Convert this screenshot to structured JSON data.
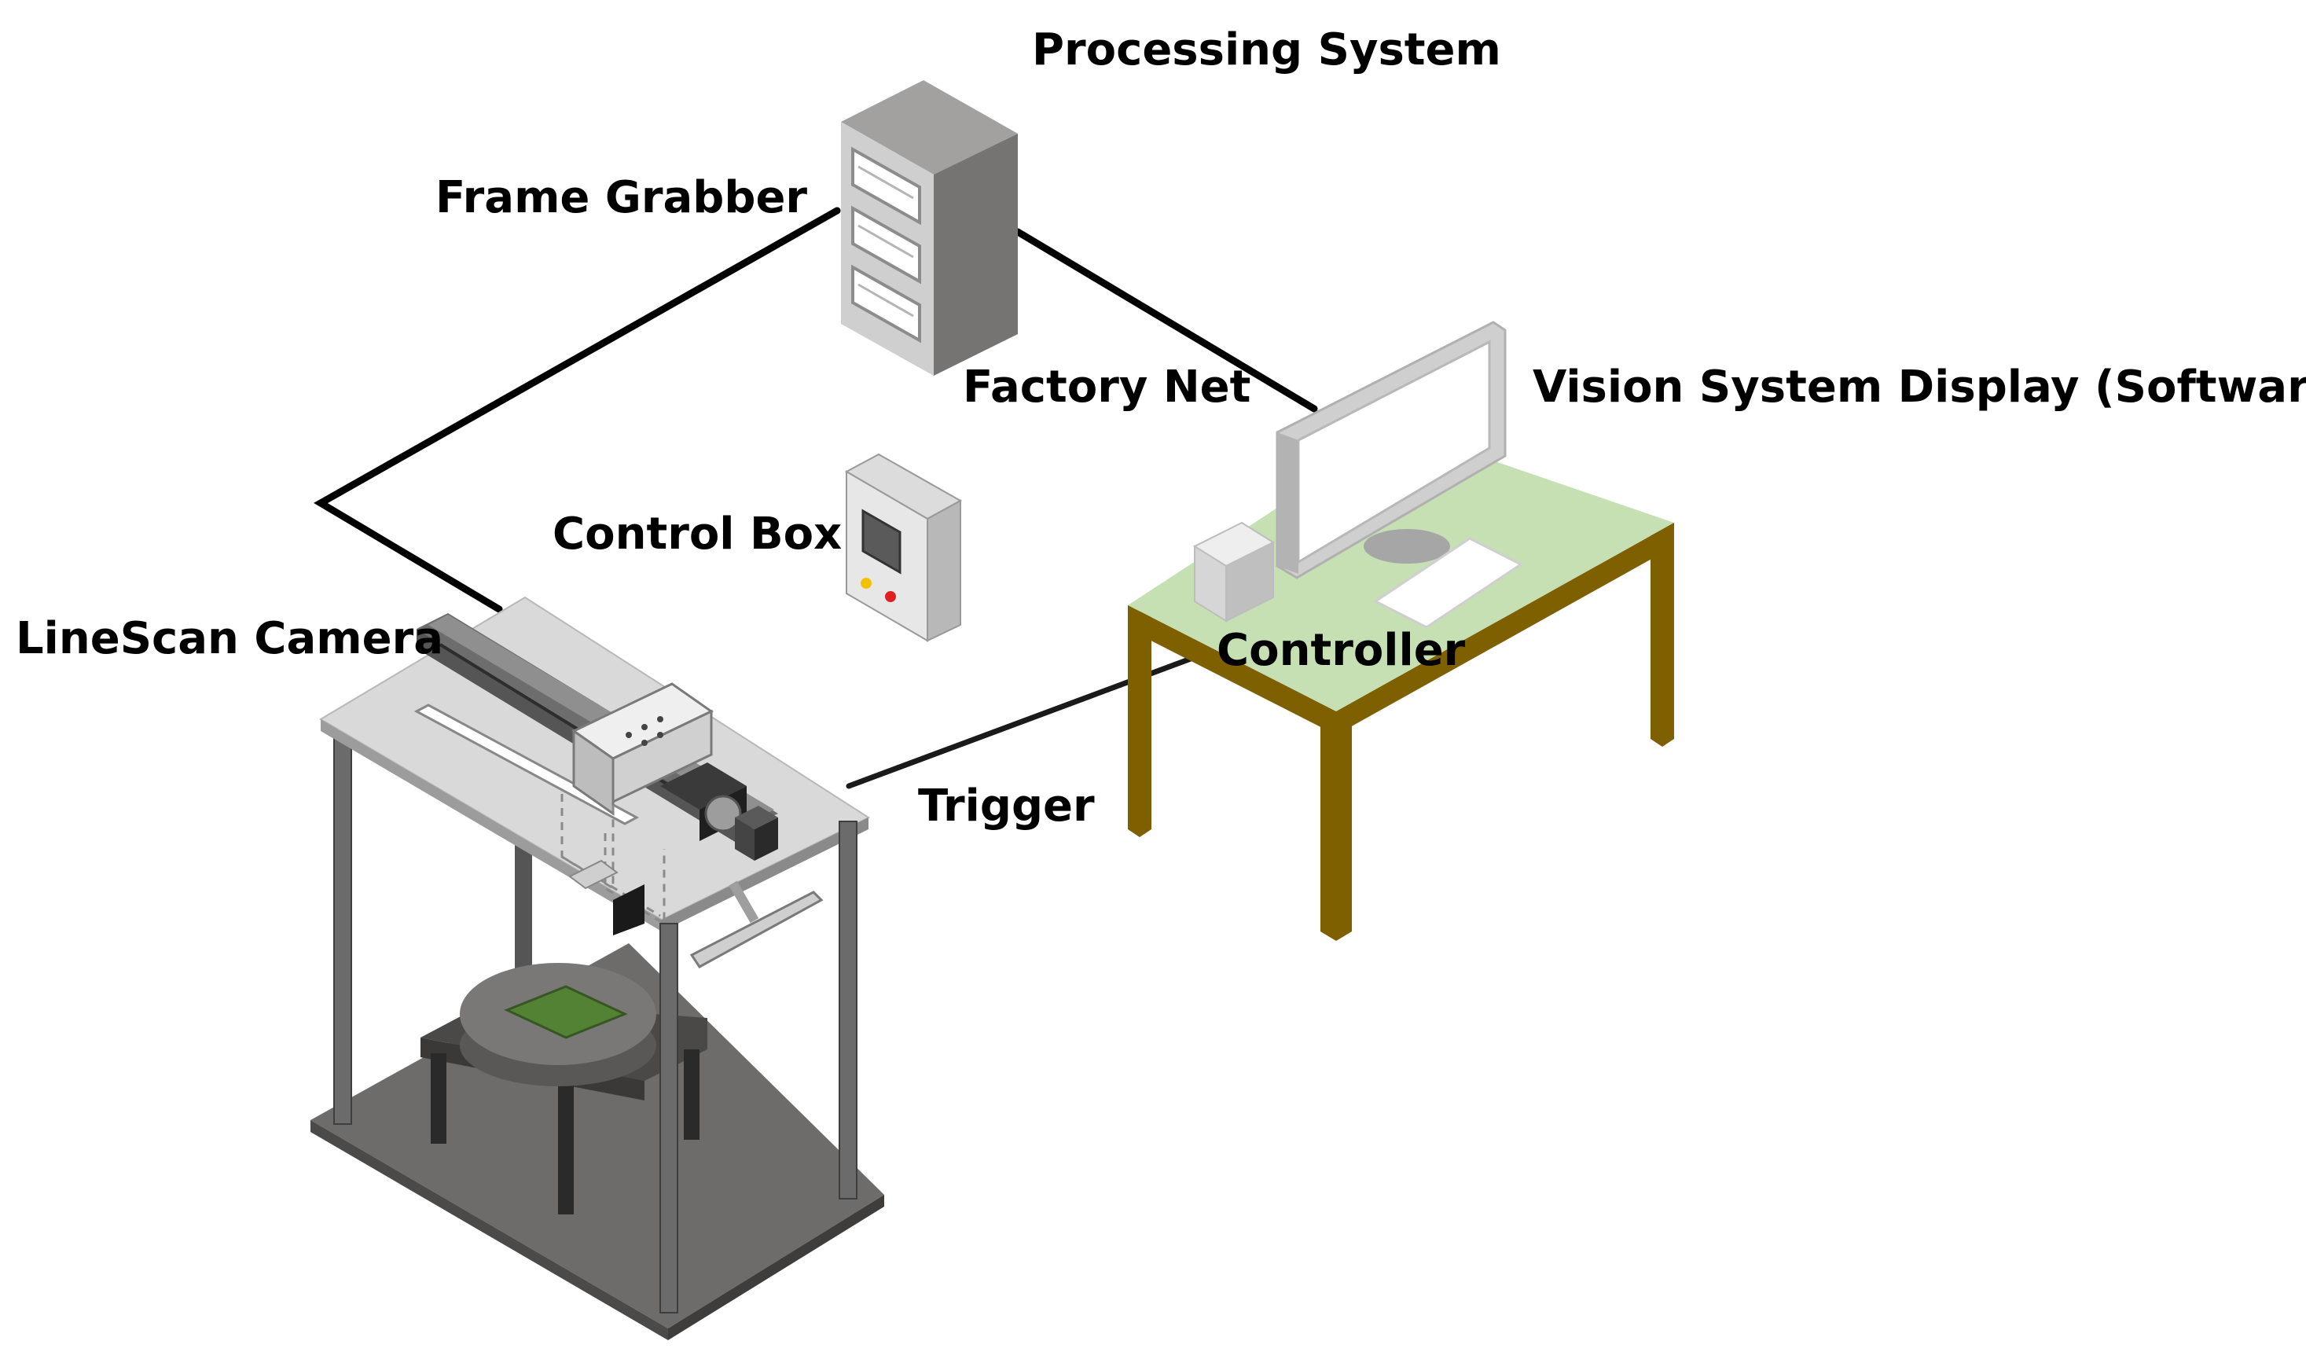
{
  "labels": {
    "processing_system": "Processing System",
    "frame_grabber": "Frame Grabber",
    "factory_net": "Factory Net",
    "vision_display": "Vision System Display (Software)",
    "control_box": "Control Box",
    "linescan_camera": "LineScan Camera",
    "controller": "Controller",
    "trigger": "Trigger"
  },
  "colors": {
    "table_top": "#c6e0b4",
    "table_leg": "#7f6000",
    "server_front": "#c9c9c9",
    "server_side": "#7a7878",
    "stage_metal": "#d9d9d9",
    "stage_base": "#6e6c6a",
    "pcb": "#548235",
    "cable": "#000000"
  }
}
